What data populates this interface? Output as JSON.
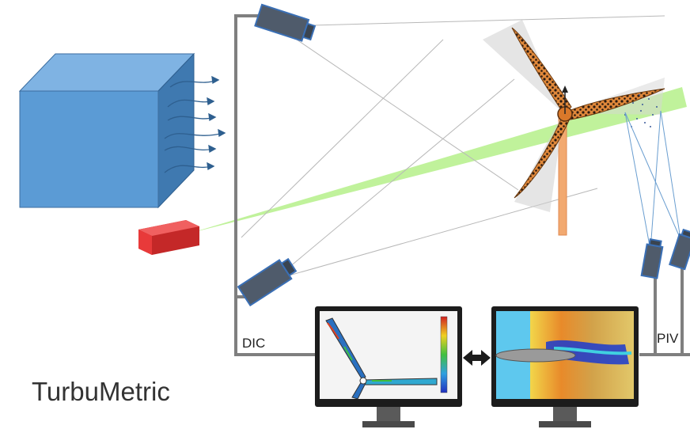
{
  "labels": {
    "dic": "DIC",
    "piv": "PIV"
  },
  "brand": "TurbuMetric",
  "icons": [
    "wind-tunnel-box",
    "airflow-arrows",
    "laser-source",
    "laser-sheet",
    "wind-turbine",
    "dic-camera",
    "piv-camera",
    "monitor",
    "double-arrow-icon"
  ],
  "colors": {
    "tunnel_front": "#5b9bd5",
    "tunnel_side": "#3f79b0",
    "laser_body": "#e83a3a",
    "laser_sheet": "#b5f08a",
    "turbine_blade": "#e08a3a",
    "tower": "#f2a970",
    "camera": "#4f5b6b",
    "camera_lens": "#3a6fb5",
    "cable": "#7f7f7f",
    "monitor_frame": "#1c1c1c",
    "screen_bg_piv": "#5ec8ee"
  }
}
